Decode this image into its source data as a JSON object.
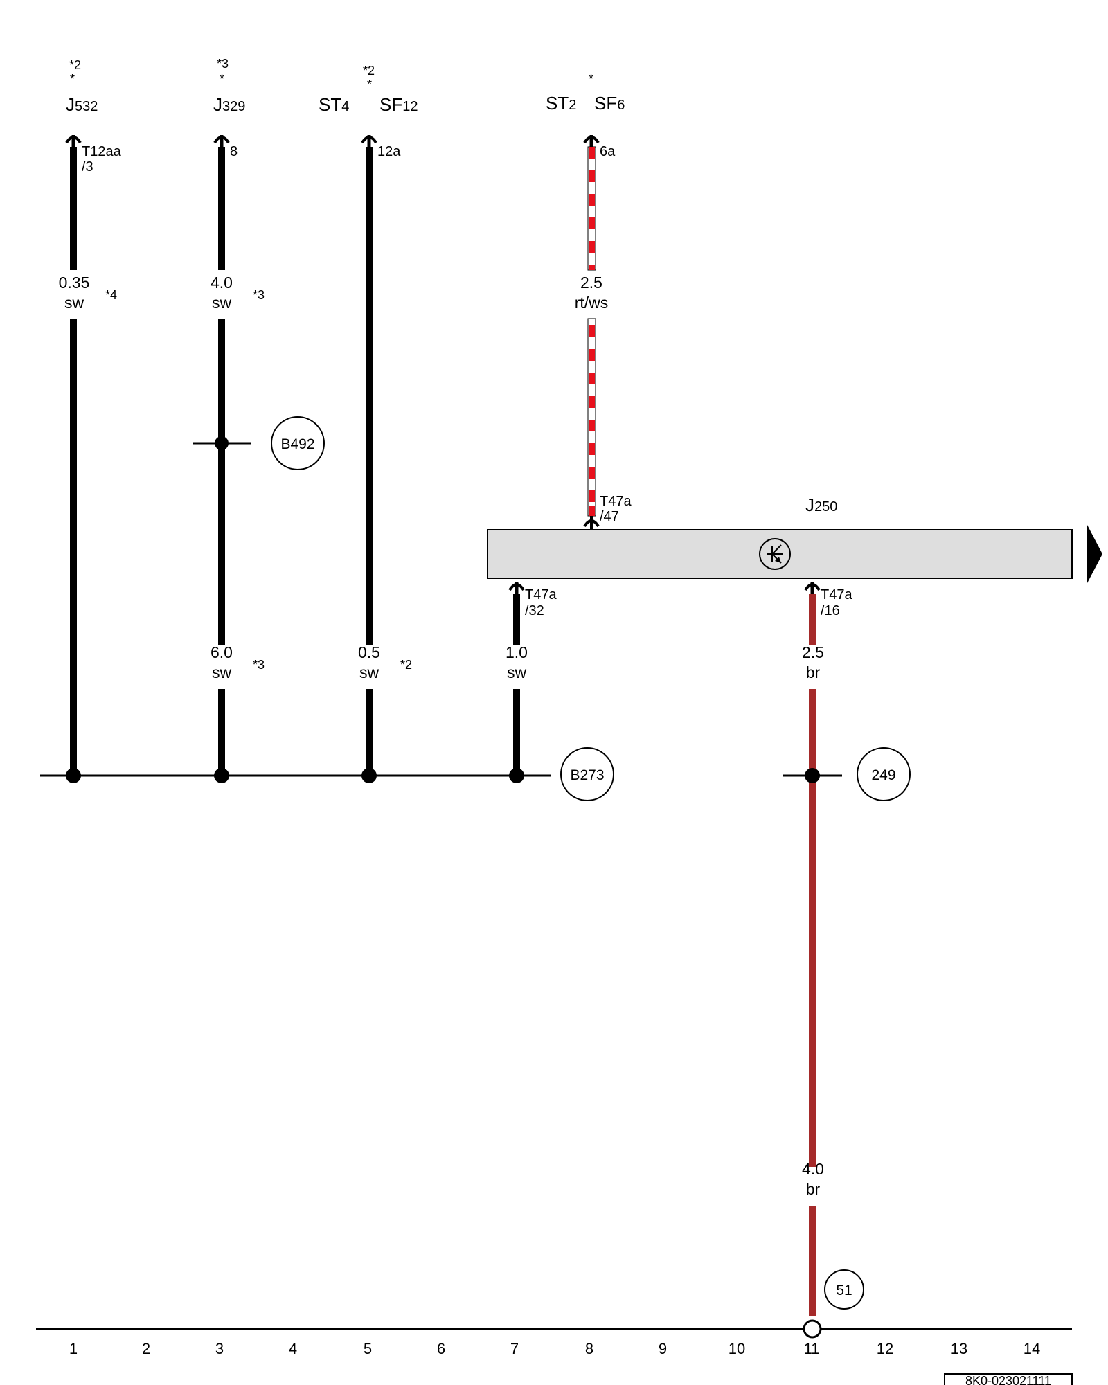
{
  "components": {
    "j532": {
      "prefix": "J",
      "num": "532",
      "mark_top": "*2",
      "mark_bottom": "*"
    },
    "j329": {
      "prefix": "J",
      "num": "329",
      "mark_top": "*3",
      "mark_bottom": "*"
    },
    "st4": {
      "prefix": "ST",
      "num": "4"
    },
    "sf12": {
      "prefix": "SF",
      "num": "12",
      "mark_top": "*2",
      "mark_bottom": "*"
    },
    "st2": {
      "prefix": "ST",
      "num": "2"
    },
    "sf6": {
      "prefix": "SF",
      "num": "6",
      "mark_bottom": "*"
    },
    "j250": {
      "prefix": "J",
      "num": "250"
    }
  },
  "connectors": {
    "c1": {
      "line1": "T12aa",
      "line2": "/3"
    },
    "c3": {
      "line1": "8"
    },
    "c5": {
      "line1": "12a"
    },
    "c8": {
      "line1": "6a"
    },
    "c8b": {
      "line1": "T47a",
      "line2": "/47"
    },
    "c7": {
      "line1": "T47a",
      "line2": "/32"
    },
    "c11": {
      "line1": "T47a",
      "line2": "/16"
    }
  },
  "wires": {
    "w1": {
      "gauge": "0.35",
      "color": "sw",
      "note": "*4"
    },
    "w3a": {
      "gauge": "4.0",
      "color": "sw",
      "note": "*3"
    },
    "w3b": {
      "gauge": "6.0",
      "color": "sw",
      "note": "*3"
    },
    "w5": {
      "gauge": "0.5",
      "color": "sw",
      "note": "*2"
    },
    "w8": {
      "gauge": "2.5",
      "color": "rt/ws"
    },
    "w7": {
      "gauge": "1.0",
      "color": "sw"
    },
    "w11a": {
      "gauge": "2.5",
      "color": "br"
    },
    "w11b": {
      "gauge": "4.0",
      "color": "br"
    }
  },
  "points": {
    "b492": "B492",
    "b273": "B273",
    "p249": "249",
    "p51": "51"
  },
  "axis": [
    "1",
    "2",
    "3",
    "4",
    "5",
    "6",
    "7",
    "8",
    "9",
    "10",
    "11",
    "12",
    "13",
    "14"
  ],
  "doc_id": "8K0-023021111",
  "colors": {
    "black_wire": "#000000",
    "red": "#e8101c",
    "brown": "#a52a2a",
    "component_fill": "#dedede"
  }
}
